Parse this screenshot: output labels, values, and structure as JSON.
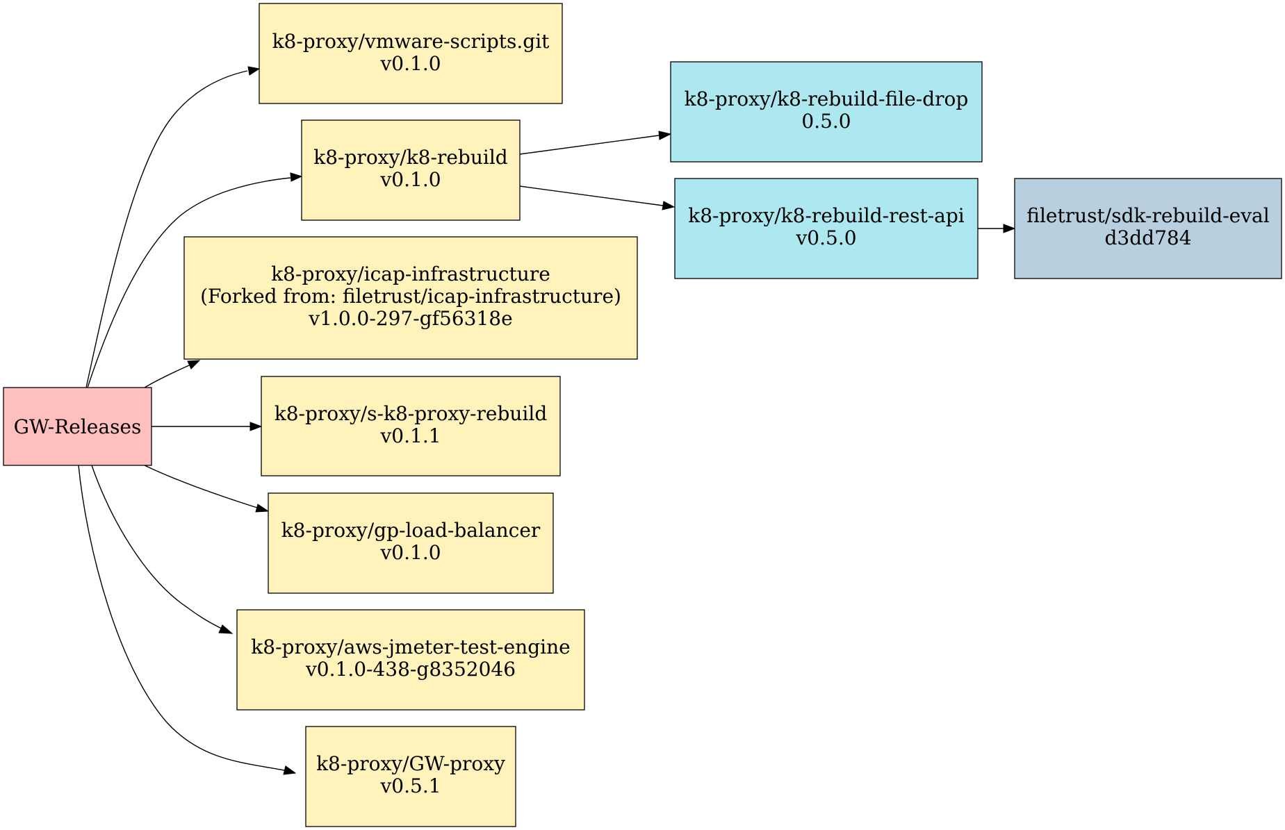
{
  "diagram": {
    "root": {
      "label": "GW-Releases",
      "color": "#ffbfbf"
    },
    "nodes": [
      {
        "id": "vmware-scripts",
        "lines": [
          "k8-proxy/vmware-scripts.git",
          "v0.1.0"
        ],
        "color": "#fff3bb"
      },
      {
        "id": "k8-rebuild",
        "lines": [
          "k8-proxy/k8-rebuild",
          "v0.1.0"
        ],
        "color": "#fff3bb"
      },
      {
        "id": "icap-infrastructure",
        "lines": [
          "k8-proxy/icap-infrastructure",
          "(Forked from: filetrust/icap-infrastructure)",
          "v1.0.0-297-gf56318e"
        ],
        "color": "#fff3bb"
      },
      {
        "id": "s-k8-proxy-rebuild",
        "lines": [
          "k8-proxy/s-k8-proxy-rebuild",
          "v0.1.1"
        ],
        "color": "#fff3bb"
      },
      {
        "id": "gp-load-balancer",
        "lines": [
          "k8-proxy/gp-load-balancer",
          "v0.1.0"
        ],
        "color": "#fff3bb"
      },
      {
        "id": "aws-jmeter-test-engine",
        "lines": [
          "k8-proxy/aws-jmeter-test-engine",
          "v0.1.0-438-g8352046"
        ],
        "color": "#fff3bb"
      },
      {
        "id": "gw-proxy",
        "lines": [
          "k8-proxy/GW-proxy",
          "v0.5.1"
        ],
        "color": "#fff3bb"
      },
      {
        "id": "k8-rebuild-file-drop",
        "lines": [
          "k8-proxy/k8-rebuild-file-drop",
          "0.5.0"
        ],
        "color": "#ade7ef"
      },
      {
        "id": "k8-rebuild-rest-api",
        "lines": [
          "k8-proxy/k8-rebuild-rest-api",
          "v0.5.0"
        ],
        "color": "#ade7ef"
      },
      {
        "id": "sdk-rebuild-eval",
        "lines": [
          "filetrust/sdk-rebuild-eval",
          "d3dd784"
        ],
        "color": "#b8cfdf"
      }
    ],
    "edges": [
      {
        "from": "GW-Releases",
        "to": "vmware-scripts"
      },
      {
        "from": "GW-Releases",
        "to": "k8-rebuild"
      },
      {
        "from": "GW-Releases",
        "to": "icap-infrastructure"
      },
      {
        "from": "GW-Releases",
        "to": "s-k8-proxy-rebuild"
      },
      {
        "from": "GW-Releases",
        "to": "gp-load-balancer"
      },
      {
        "from": "GW-Releases",
        "to": "aws-jmeter-test-engine"
      },
      {
        "from": "GW-Releases",
        "to": "gw-proxy"
      },
      {
        "from": "k8-rebuild",
        "to": "k8-rebuild-file-drop"
      },
      {
        "from": "k8-rebuild",
        "to": "k8-rebuild-rest-api"
      },
      {
        "from": "k8-rebuild-rest-api",
        "to": "sdk-rebuild-eval"
      }
    ]
  }
}
